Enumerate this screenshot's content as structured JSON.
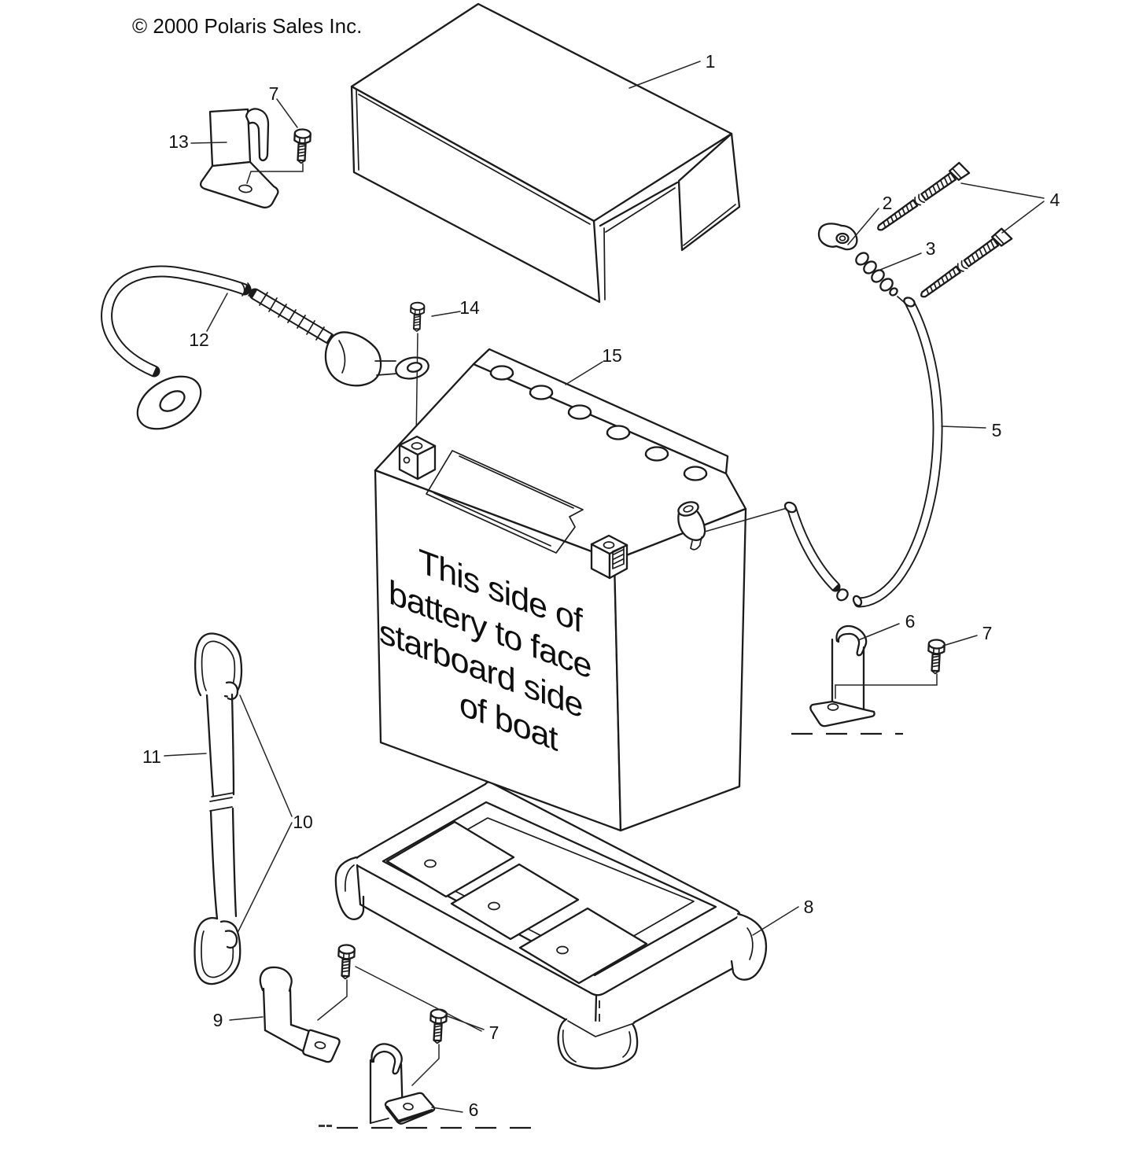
{
  "copyright": "© 2000 Polaris Sales Inc.",
  "battery_warning": {
    "line1": "This side of",
    "line2": "battery to face",
    "line3": "starboard side",
    "line4": "of boat"
  },
  "callouts": {
    "c1": {
      "label": "1",
      "part": "battery-cover"
    },
    "c2": {
      "label": "2",
      "part": "vent-elbow-fitting"
    },
    "c3": {
      "label": "3",
      "part": "vent-connector"
    },
    "c4": {
      "label": "4",
      "part": "cable-ties"
    },
    "c5": {
      "label": "5",
      "part": "vent-tube"
    },
    "c6_right": {
      "label": "6",
      "part": "hold-down-bracket"
    },
    "c6_bottom": {
      "label": "6",
      "part": "hold-down-bracket"
    },
    "c7_topleft": {
      "label": "7",
      "part": "screw"
    },
    "c7_right": {
      "label": "7",
      "part": "screw"
    },
    "c7_bottom": {
      "label": "7",
      "part": "screws"
    },
    "c8": {
      "label": "8",
      "part": "battery-tray"
    },
    "c9": {
      "label": "9",
      "part": "bracket"
    },
    "c10": {
      "label": "10",
      "part": "strap-hooks"
    },
    "c11": {
      "label": "11",
      "part": "battery-strap"
    },
    "c12": {
      "label": "12",
      "part": "battery-cable"
    },
    "c13": {
      "label": "13",
      "part": "bracket"
    },
    "c14": {
      "label": "14",
      "part": "terminal-screw"
    },
    "c15": {
      "label": "15",
      "part": "battery"
    }
  }
}
